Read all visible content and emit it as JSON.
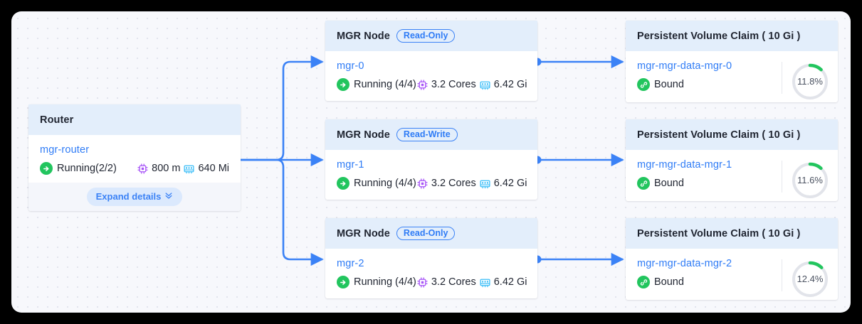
{
  "theme": {
    "accent": "#3b82f6",
    "link": "#2f7cf6",
    "header_bg": "#e3eefb",
    "canvas_bg": "#f7f8fc",
    "status_green": "#22c55e",
    "cpu_purple": "#a855f7",
    "mem_blue": "#38bdf8",
    "ring_track": "#e2e4ea"
  },
  "router": {
    "title": "Router",
    "name": "mgr-router",
    "status": "Running(2/2)",
    "cpu": "800 m",
    "memory": "640 Mi",
    "expand_label": "Expand details",
    "expand_chevron": "»"
  },
  "mgr_nodes": [
    {
      "title": "MGR Node",
      "badge": "Read-Only",
      "name": "mgr-0",
      "status": "Running (4/4)",
      "cpu": "3.2 Cores",
      "memory": "6.42 Gi"
    },
    {
      "title": "MGR Node",
      "badge": "Read-Write",
      "name": "mgr-1",
      "status": "Running (4/4)",
      "cpu": "3.2 Cores",
      "memory": "6.42 Gi"
    },
    {
      "title": "MGR Node",
      "badge": "Read-Only",
      "name": "mgr-2",
      "status": "Running (4/4)",
      "cpu": "3.2 Cores",
      "memory": "6.42 Gi"
    }
  ],
  "pvcs": [
    {
      "title": "Persistent Volume Claim ( 10 Gi )",
      "name": "mgr-mgr-data-mgr-0",
      "status": "Bound",
      "usage_label": "11.8%",
      "usage_value": 11.8
    },
    {
      "title": "Persistent Volume Claim ( 10 Gi )",
      "name": "mgr-mgr-data-mgr-1",
      "status": "Bound",
      "usage_label": "11.6%",
      "usage_value": 11.6
    },
    {
      "title": "Persistent Volume Claim ( 10 Gi )",
      "name": "mgr-mgr-data-mgr-2",
      "status": "Bound",
      "usage_label": "12.4%",
      "usage_value": 12.4
    }
  ],
  "icons": {
    "running": "running-arrow-icon",
    "bound": "link-chain-icon",
    "cpu": "cpu-chip-icon",
    "memory": "memory-stick-icon"
  }
}
